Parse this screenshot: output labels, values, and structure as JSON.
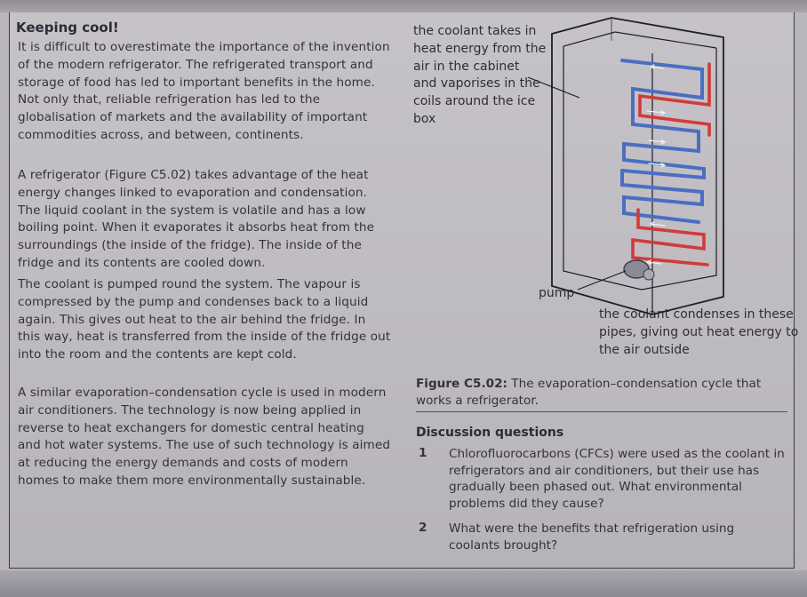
{
  "heading": "Keeping cool!",
  "paragraphs": [
    "It is difficult to overestimate the importance of the invention of the modern refrigerator. The refrigerated transport and storage of food has led to important benefits in the home. Not only that, reliable refrigeration has led to the globalisation of markets and the availability of important commodities across, and between, continents.",
    "A refrigerator (Figure C5.02) takes advantage of the heat energy changes linked to evaporation and condensation. The liquid coolant in the system is volatile and has a low boiling point. When it evaporates it absorbs heat from the surroundings (the inside of the fridge). The inside of the fridge and its contents are cooled down.",
    "The coolant is pumped round the system. The vapour is compressed by the pump and condenses back to a liquid again. This gives out heat to the air behind the fridge. In this way, heat is transferred from the inside of the fridge out into the room and the contents are kept cold.",
    "A similar evaporation–condensation cycle is used in modern air conditioners. The technology is now being applied in reverse to heat exchangers for domestic central heating and hot water systems. The use of such technology is aimed at reducing the energy demands and costs of modern homes to make them more environmentally sustainable."
  ],
  "figure": {
    "label_evaporation": "the coolant takes in heat energy from the air in the cabinet and vaporises in the coils around the ice box",
    "label_pump": "pump",
    "label_condensation": "the coolant condenses in these pipes, giving out heat energy to the air outside",
    "caption_number": "Figure C5.02:",
    "caption_text": "The evaporation–condensation cycle that works a refrigerator.",
    "colors": {
      "cold_coil": "#4a6fc0",
      "hot_coil": "#d23a3a",
      "outline": "#1f1e28"
    }
  },
  "discussion": {
    "title": "Discussion questions",
    "questions": [
      {
        "number": "1",
        "text": "Chlorofluorocarbons (CFCs) were used as the coolant in refrigerators and air conditioners, but their use has gradually been phased out. What environmental problems did they cause?"
      },
      {
        "number": "2",
        "text": "What were the benefits that refrigeration using coolants brought?"
      }
    ]
  }
}
